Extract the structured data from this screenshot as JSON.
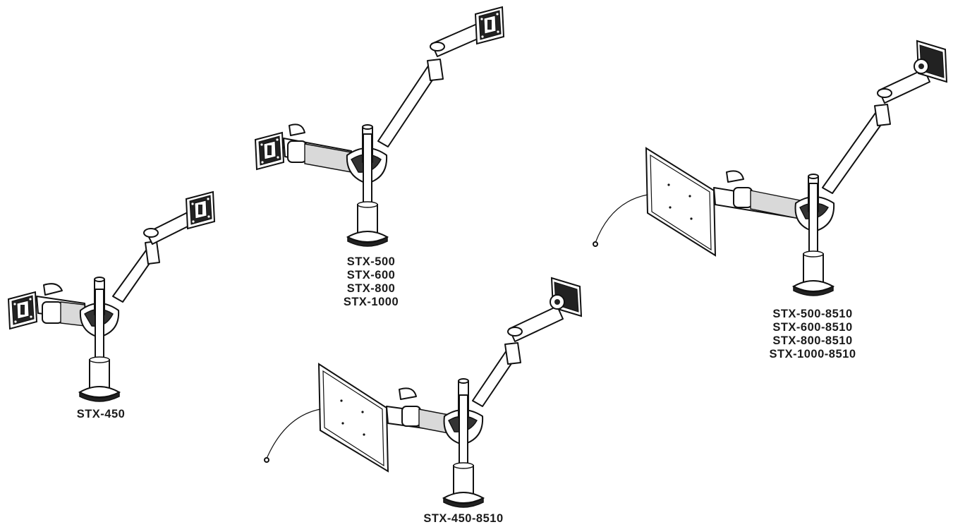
{
  "labels": {
    "stx_450": [
      "STX-450"
    ],
    "stx_500_group": [
      "STX-500",
      "STX-600",
      "STX-800",
      "STX-1000"
    ],
    "stx_450_8510": [
      "STX-450-8510"
    ],
    "stx_500_8510_group": [
      "STX-500-8510",
      "STX-600-8510",
      "STX-800-8510",
      "STX-1000-8510"
    ]
  }
}
